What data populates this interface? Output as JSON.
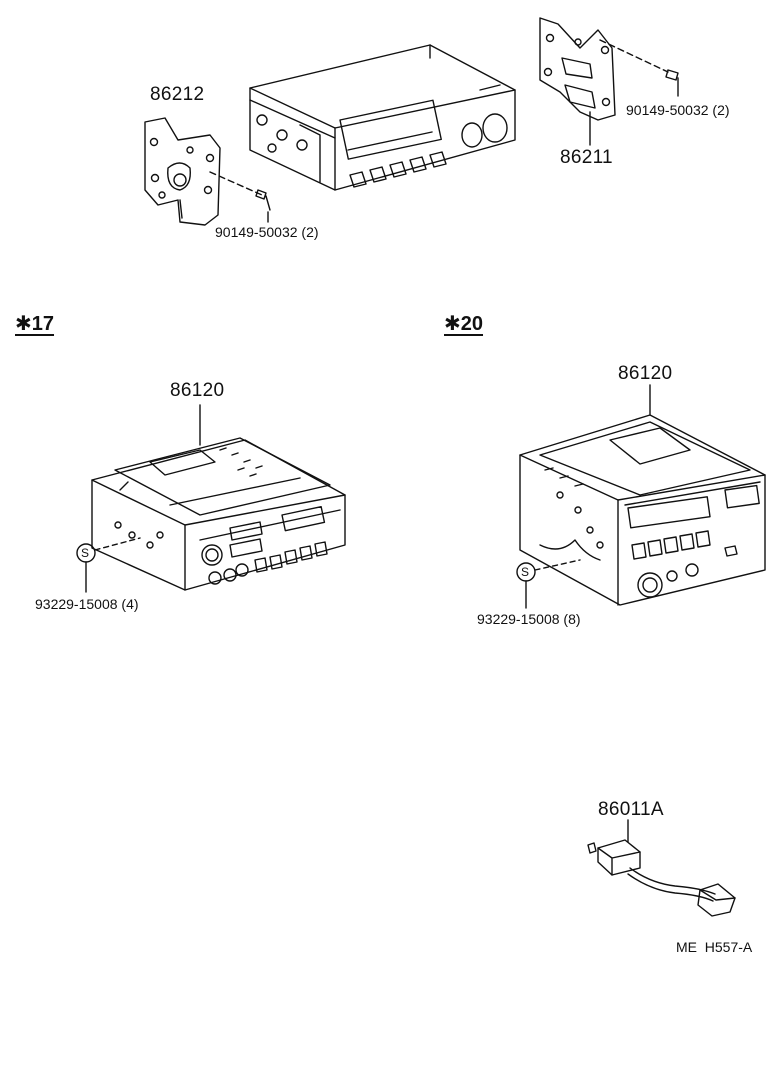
{
  "labels": {
    "bracket_left": "86212",
    "bracket_right": "86211",
    "screw_left": "90149-50032 (2)",
    "screw_right": "90149-50032 (2)",
    "section_17": "✱17",
    "section_20": "✱20",
    "radio_17": "86120",
    "radio_20": "86120",
    "screw_17": "93229-15008 (4)",
    "screw_20": "93229-15008 (8)",
    "screw_symbol": "S",
    "connector": "86011A",
    "diagram_code": "ME  H557-A"
  },
  "colors": {
    "line": "#111111",
    "background": "#ffffff"
  }
}
